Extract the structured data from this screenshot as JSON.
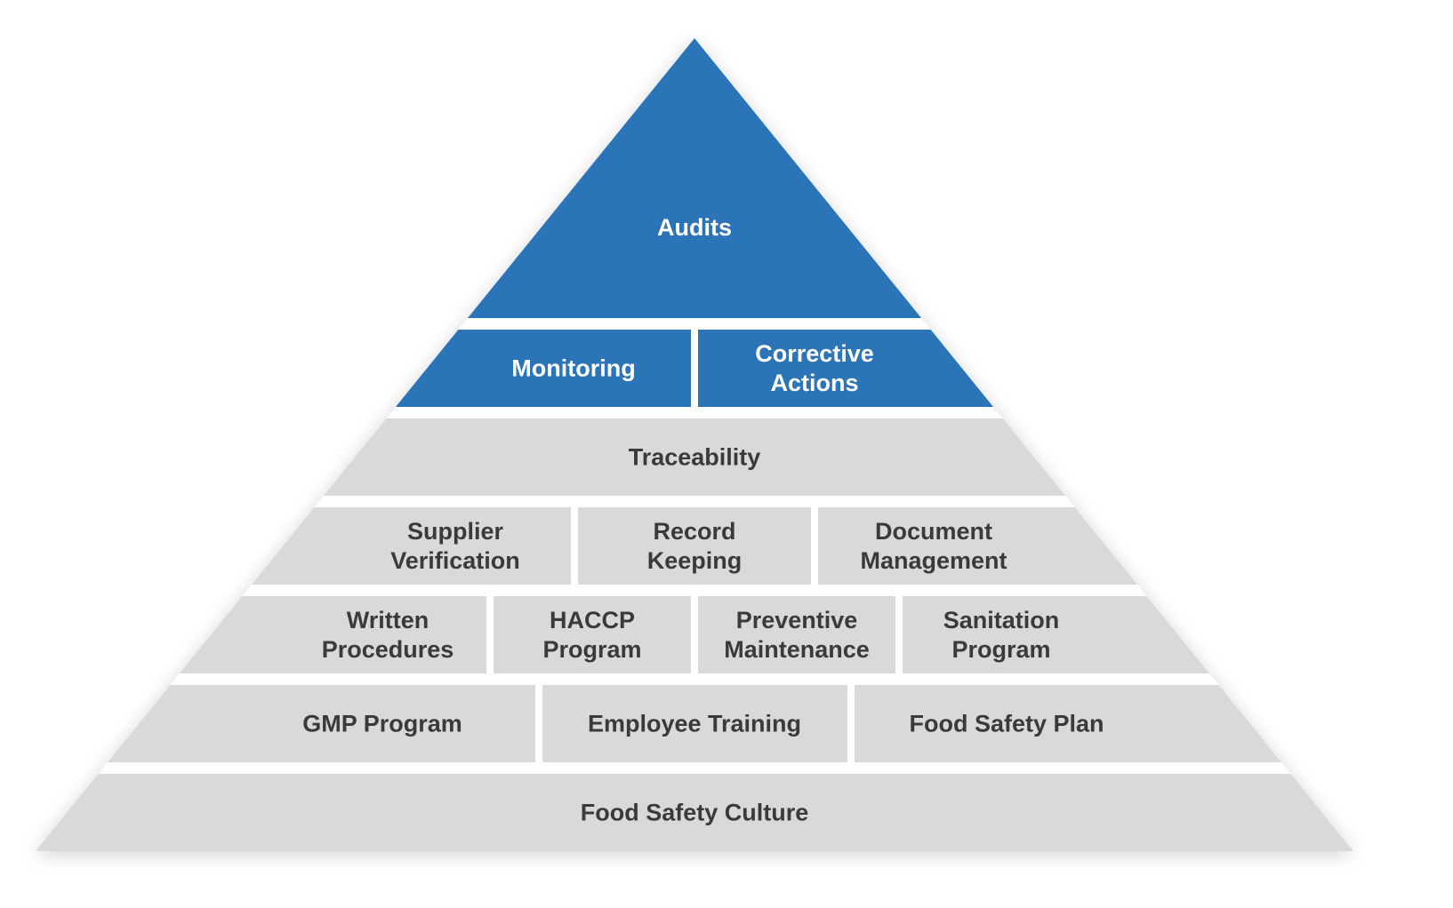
{
  "title": "Food Safety Pyramid",
  "colors": {
    "blue": "#2b74b8",
    "grey": "#d9d9d9",
    "blue_text": "#ffffff",
    "grey_text": "#3a3a3a",
    "gap": "#ffffff"
  },
  "tiers": [
    {
      "tone": "blue",
      "cells": [
        {
          "lines": [
            "Audits"
          ]
        }
      ]
    },
    {
      "tone": "blue",
      "cells": [
        {
          "lines": [
            "Monitoring"
          ]
        },
        {
          "lines": [
            "Corrective",
            "Actions"
          ]
        }
      ]
    },
    {
      "tone": "grey",
      "cells": [
        {
          "lines": [
            "Traceability"
          ]
        }
      ]
    },
    {
      "tone": "grey",
      "cells": [
        {
          "lines": [
            "Supplier",
            "Verification"
          ]
        },
        {
          "lines": [
            "Record",
            "Keeping"
          ]
        },
        {
          "lines": [
            "Document",
            "Management"
          ]
        }
      ]
    },
    {
      "tone": "grey",
      "cells": [
        {
          "lines": [
            "Written",
            "Procedures"
          ]
        },
        {
          "lines": [
            "HACCP",
            "Program"
          ]
        },
        {
          "lines": [
            "Preventive",
            "Maintenance"
          ]
        },
        {
          "lines": [
            "Sanitation",
            "Program"
          ]
        }
      ]
    },
    {
      "tone": "grey",
      "cells": [
        {
          "lines": [
            "GMP Program"
          ]
        },
        {
          "lines": [
            "Employee Training"
          ]
        },
        {
          "lines": [
            "Food Safety Plan"
          ]
        }
      ]
    },
    {
      "tone": "grey",
      "cells": [
        {
          "lines": [
            "Food Safety Culture"
          ]
        }
      ]
    }
  ]
}
